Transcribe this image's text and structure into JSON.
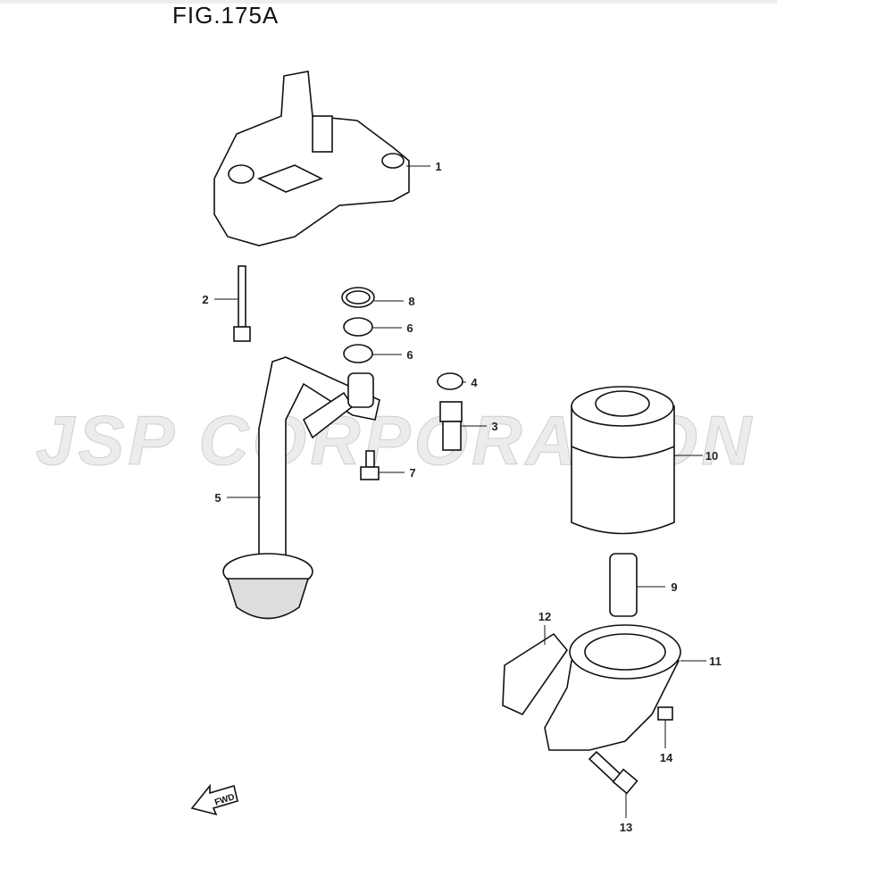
{
  "title": "FIG.175A",
  "watermark": "JSP CORPORATION",
  "fwd_label": "FWD",
  "callouts": [
    "1",
    "2",
    "8",
    "6",
    "6",
    "4",
    "3",
    "7",
    "5",
    "10",
    "9",
    "12",
    "11",
    "14",
    "13"
  ]
}
